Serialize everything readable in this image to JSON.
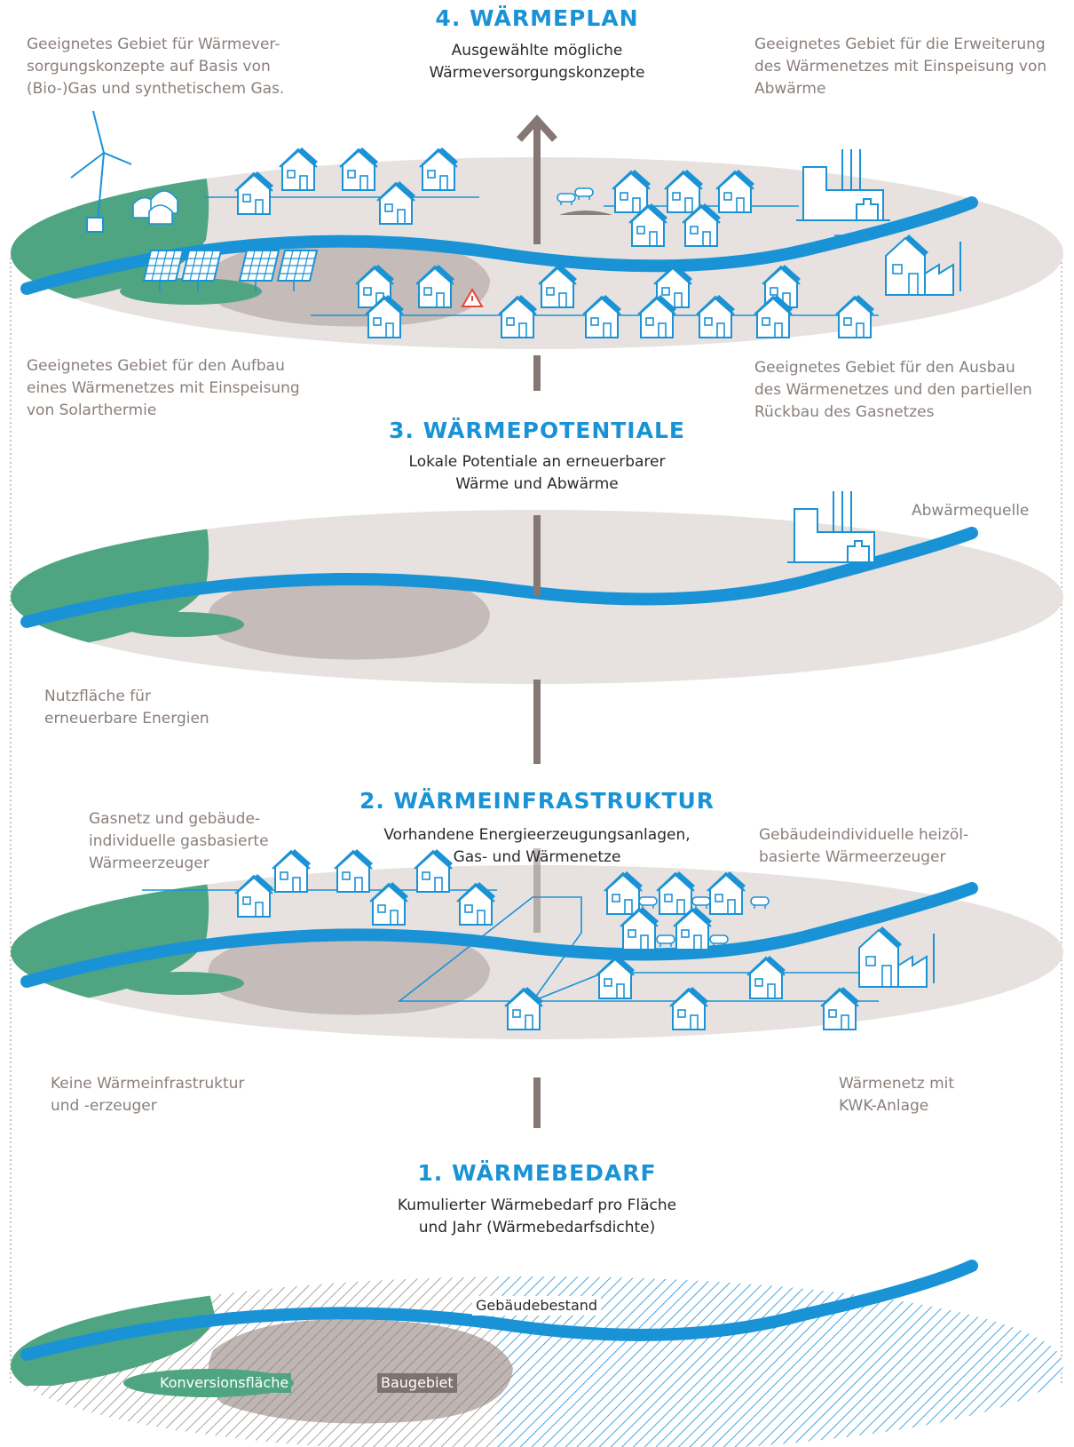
{
  "levels": [
    {
      "id": "plan",
      "title": "4. WÄRMEPLAN",
      "subtitle": [
        "Ausgewählte mögliche",
        "Wärmeversorgungskonzepte"
      ],
      "notes": {
        "top_left": [
          "Geeignetes Gebiet für Wärmever-",
          "sorgungskonzepte auf Basis von",
          "(Bio-)Gas und synthetischem Gas."
        ],
        "top_right": [
          "Geeignetes Gebiet für die Erweiterung",
          "des Wärmenetzes mit Einspeisung von",
          "Abwärme"
        ],
        "bottom_left": [
          "Geeignetes Gebiet für den Aufbau",
          "eines Wärmenetzes mit Einspeisung",
          "von Solarthermie"
        ],
        "bottom_right": [
          "Geeignetes Gebiet für den Ausbau",
          "des Wärmenetzes und den partiellen",
          "Rückbau des Gasnetzes"
        ]
      }
    },
    {
      "id": "potentials",
      "title": "3. WÄRMEPOTENTIALE",
      "subtitle": [
        "Lokale Potentiale an erneuerbarer",
        "Wärme und Abwärme"
      ],
      "notes": {
        "top_right": [
          "Abwärmequelle"
        ],
        "bottom_left": [
          "Nutzfläche für",
          "erneuerbare Energien"
        ]
      }
    },
    {
      "id": "infrastructure",
      "title": "2. WÄRMEINFRASTRUKTUR",
      "subtitle": [
        "Vorhandene Energieerzeugungsanlagen,",
        "Gas- und Wärmenetze"
      ],
      "notes": {
        "top_left": [
          "Gasnetz und gebäude-",
          "individuelle gasbasierte",
          "Wärmeerzeuger"
        ],
        "top_right": [
          "Gebäudeindividuelle heizöl-",
          "basierte Wärmeerzeuger"
        ],
        "bottom_left": [
          "Keine Wärmeinfrastruktur",
          "und -erzeuger"
        ],
        "bottom_right": [
          "Wärmenetz mit",
          "KWK-Anlage"
        ]
      }
    },
    {
      "id": "demand",
      "title": "1. WÄRMEBEDARF",
      "subtitle": [
        "Kumulierter Wärmebedarf pro Fläche",
        "und Jahr (Wärmebedarfsdichte)"
      ],
      "map_labels": {
        "stock": "Gebäudebestand",
        "conversion": "Konversionsfläche",
        "development": "Baugebiet"
      }
    }
  ],
  "colors": {
    "accent_blue": "#1a93d6",
    "green": "#4fa582",
    "disc_gray": "#e7e2e0",
    "zone_gray": "#c5bbb8",
    "arrow": "#857874",
    "note_text": "#8a7f7a"
  },
  "icons": [
    "wind-turbine-icon",
    "biogas-tank-icon",
    "solar-panel-icon",
    "house-icon",
    "factory-icon",
    "chp-plant-icon",
    "oil-tank-icon",
    "warning-sign-icon"
  ]
}
